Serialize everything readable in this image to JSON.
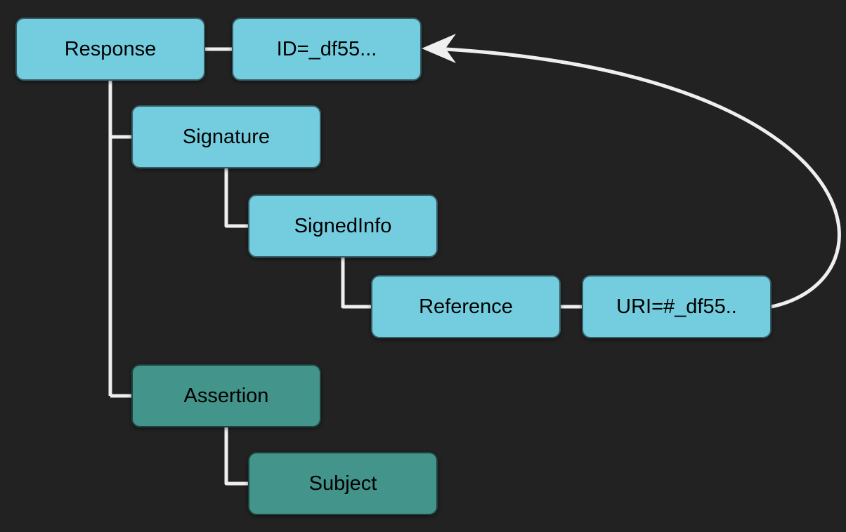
{
  "diagram": {
    "nodes": [
      {
        "id": "response",
        "label": "Response",
        "variant": "blue"
      },
      {
        "id": "id-attribute",
        "label": "ID=_df55...",
        "variant": "blue"
      },
      {
        "id": "signature",
        "label": "Signature",
        "variant": "blue"
      },
      {
        "id": "signedinfo",
        "label": "SignedInfo",
        "variant": "blue"
      },
      {
        "id": "reference",
        "label": "Reference",
        "variant": "blue"
      },
      {
        "id": "uri-attribute",
        "label": "URI=#_df55..",
        "variant": "blue"
      },
      {
        "id": "assertion",
        "label": "Assertion",
        "variant": "teal"
      },
      {
        "id": "subject",
        "label": "Subject",
        "variant": "teal"
      }
    ],
    "edges": [
      {
        "from": "response",
        "to": "id-attribute",
        "type": "attribute-link"
      },
      {
        "from": "response",
        "to": "signature",
        "type": "child"
      },
      {
        "from": "response",
        "to": "assertion",
        "type": "child"
      },
      {
        "from": "signature",
        "to": "signedinfo",
        "type": "child"
      },
      {
        "from": "signedinfo",
        "to": "reference",
        "type": "child"
      },
      {
        "from": "reference",
        "to": "uri-attribute",
        "type": "attribute-link"
      },
      {
        "from": "assertion",
        "to": "subject",
        "type": "child"
      },
      {
        "from": "uri-attribute",
        "to": "id-attribute",
        "type": "reference-arrow"
      }
    ],
    "colors": {
      "background": "#222222",
      "node_blue": "#73CDDF",
      "node_teal": "#43948A",
      "connector": "#EFEFEF",
      "node_text": "#000000"
    }
  }
}
